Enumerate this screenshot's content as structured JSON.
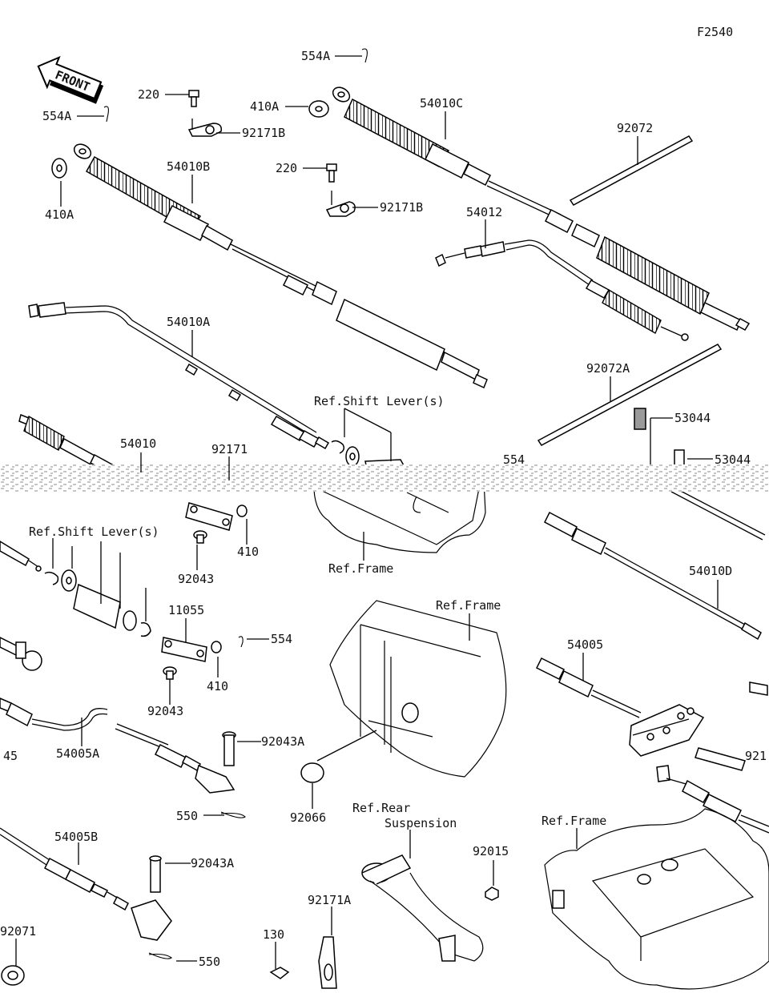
{
  "figure_code": "F2540",
  "front_arrow": "FRONT",
  "labels": {
    "l_554A_top": "554A",
    "l_554A_left": "554A",
    "l_220_a": "220",
    "l_92171B_a": "92171B",
    "l_410A_a": "410A",
    "l_54010C": "54010C",
    "l_92072": "92072",
    "l_410A_b": "410A",
    "l_54010B": "54010B",
    "l_220_b": "220",
    "l_92171B_b": "92171B",
    "l_54012": "54012",
    "l_54010A": "54010A",
    "l_92072A": "92072A",
    "l_ref_shift_1": "Ref.Shift Lever(s)",
    "l_53044_a": "53044",
    "l_53044_b": "53044",
    "l_554_a": "554",
    "l_54010": "54010",
    "l_92171": "92171",
    "l_410_a": "410",
    "l_92043_a": "92043",
    "l_ref_frame_1": "Ref.Frame",
    "l_ref_shift_2": "Ref.Shift Lever(s)",
    "l_54010D": "54010D",
    "l_11055": "11055",
    "l_554_b": "554",
    "l_ref_frame_2": "Ref.Frame",
    "l_410_b": "410",
    "l_92043_b": "92043",
    "l_54005": "54005",
    "l_45": "45",
    "l_54005A": "54005A",
    "l_92043A_a": "92043A",
    "l_92066": "92066",
    "l_550_a": "550",
    "l_921": "921",
    "l_ref_rear_1": "Ref.Rear",
    "l_ref_rear_2": "Suspension",
    "l_ref_frame_3": "Ref.Frame",
    "l_92015": "92015",
    "l_54005B": "54005B",
    "l_92043A_b": "92043A",
    "l_92171A": "92171A",
    "l_92071": "92071",
    "l_130": "130",
    "l_550_b": "550"
  }
}
